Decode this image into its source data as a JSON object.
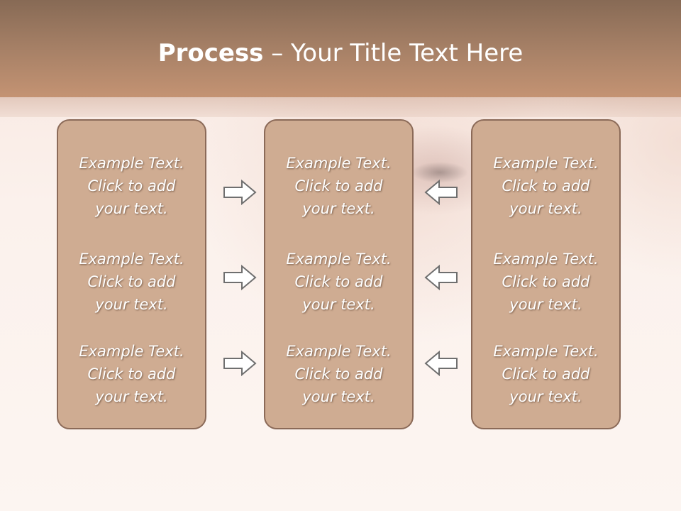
{
  "slide": {
    "title_bold": "Process",
    "title_rest": " – Your Title Text Here"
  },
  "columns": [
    {
      "items": [
        "Example Text.\nClick  to add\nyour text.",
        "Example Text.\nClick  to add\nyour text.",
        "Example Text.\nClick  to add\nyour text."
      ]
    },
    {
      "items": [
        "Example Text.\nClick  to add\nyour text.",
        "Example Text.\nClick  to add\nyour text.",
        "Example Text.\nClick  to add\nyour text."
      ]
    },
    {
      "items": [
        "Example Text.\nClick  to add\nyour text.",
        "Example Text.\nClick  to add\nyour text.",
        "Example Text.\nClick  to add\nyour text."
      ]
    }
  ],
  "arrows": {
    "left_group": "right-arrow-icon",
    "right_group": "left-arrow-icon"
  },
  "colors": {
    "title_bar": "#a68066",
    "box_fill": "#cfac92",
    "box_border": "#8b6a58"
  }
}
